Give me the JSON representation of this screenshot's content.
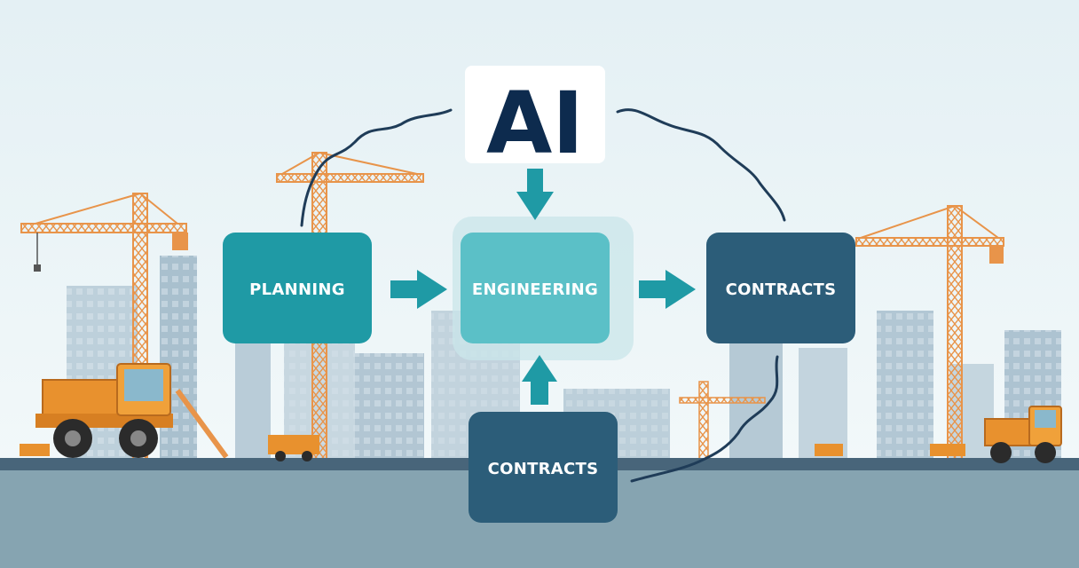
{
  "hub": {
    "label": "AI"
  },
  "nodes": {
    "planning": {
      "label": "PLANNING"
    },
    "engineering": {
      "label": "ENGINEERING"
    },
    "contracts_right": {
      "label": "CONTRACTS"
    },
    "contracts_bottom": {
      "label": "CONTRACTS"
    }
  },
  "colors": {
    "sky_top": "#e9f3f6",
    "sky_bottom": "#f4f9fa",
    "ground": "#86a4b1",
    "road": "#48657a",
    "planning": "#1f9aa5",
    "engineering": "#5bc0c7",
    "contracts": "#2c5d79",
    "arrow": "#1f9aa5",
    "ai_text": "#0d2b4e",
    "crane": "#e8944a",
    "machine": "#e8912e",
    "building": "#b8cbd7"
  }
}
